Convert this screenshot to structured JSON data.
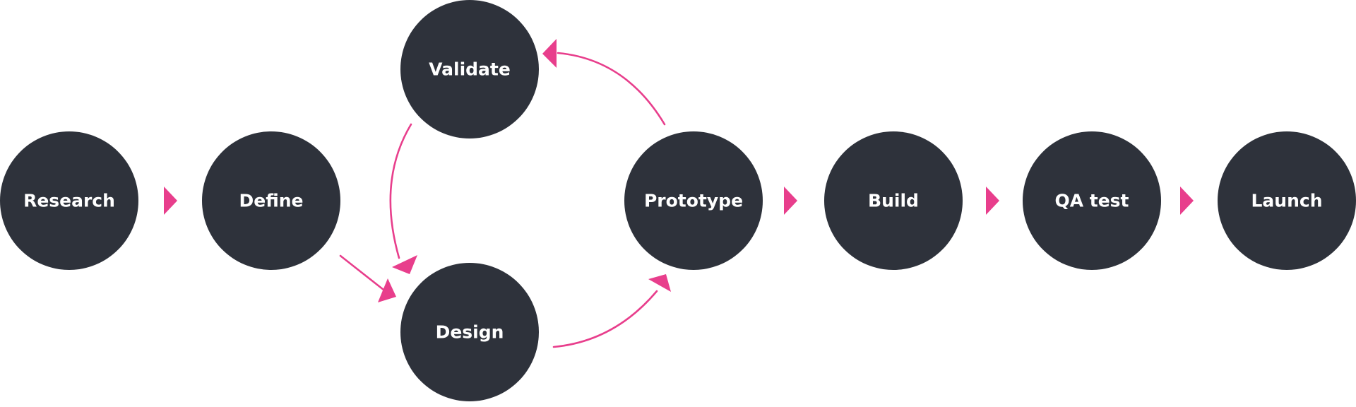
{
  "colors": {
    "node_fill": "#2e323b",
    "node_text": "#ffffff",
    "accent": "#e83e8c",
    "background": "#ffffff"
  },
  "nodes": {
    "research": "Research",
    "define": "Define",
    "validate": "Validate",
    "design": "Design",
    "prototype": "Prototype",
    "build": "Build",
    "qa_test": "QA test",
    "launch": "Launch"
  },
  "flow": [
    {
      "from": "Research",
      "to": "Define"
    },
    {
      "from": "Define",
      "to": "Design"
    },
    {
      "from": "Design",
      "to": "Prototype"
    },
    {
      "from": "Prototype",
      "to": "Validate"
    },
    {
      "from": "Validate",
      "to": "Design"
    },
    {
      "from": "Prototype",
      "to": "Build"
    },
    {
      "from": "Build",
      "to": "QA test"
    },
    {
      "from": "QA test",
      "to": "Launch"
    }
  ]
}
